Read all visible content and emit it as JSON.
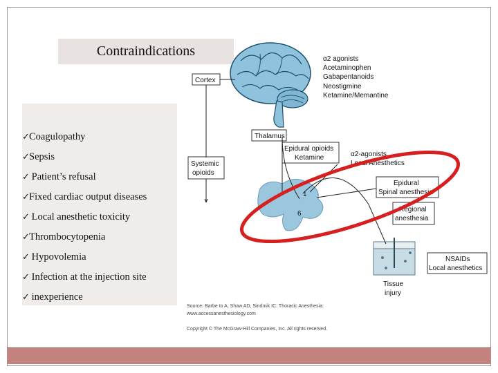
{
  "slide": {
    "title": "Contraindications",
    "items": [
      "Coagulopathy",
      "Sepsis",
      " Patient’s refusal",
      "Fixed cardiac output diseases",
      " Local anesthetic toxicity",
      "Thrombocytopenia",
      " Hypovolemia",
      " Infection at the injection site",
      " inexperience"
    ],
    "check_glyph": "✓"
  },
  "diagram": {
    "top_drugs": [
      "α2 agonists",
      "Acetaminophen",
      "Gabapentanoids",
      "Neostigmine",
      "Ketamine/Memantine"
    ],
    "cortex": "Cortex",
    "thalamus": "Thalamus",
    "systemic": [
      "Systemic",
      "opioids"
    ],
    "epidural_opioids": [
      "Epidural opioids",
      "Ketamine"
    ],
    "a2_agonists": [
      "α2-agonists",
      "Local Anesthetics"
    ],
    "epidural_spinal": [
      "Epidural",
      "Spinal anesthesia"
    ],
    "regional": [
      "Regional",
      "anesthesia"
    ],
    "nsaids": [
      "NSAIDs",
      "Local anesthetics"
    ],
    "tissue": [
      "Tissue",
      "injury"
    ],
    "source": [
      "Source: Barbe to A, Shaw AD, Sindmik IC: Thoracic Anesthesia:",
      "www.accessanesthesiology.com"
    ],
    "copyright": "Copyright © The McGraw-Hill Companies, Inc. All rights reserved."
  },
  "colors": {
    "brain": "#8fc3dd",
    "spinal_cord": "#9bc7de",
    "annotation_red": "#d61f1f",
    "bottom_bar": "#c3827e"
  }
}
